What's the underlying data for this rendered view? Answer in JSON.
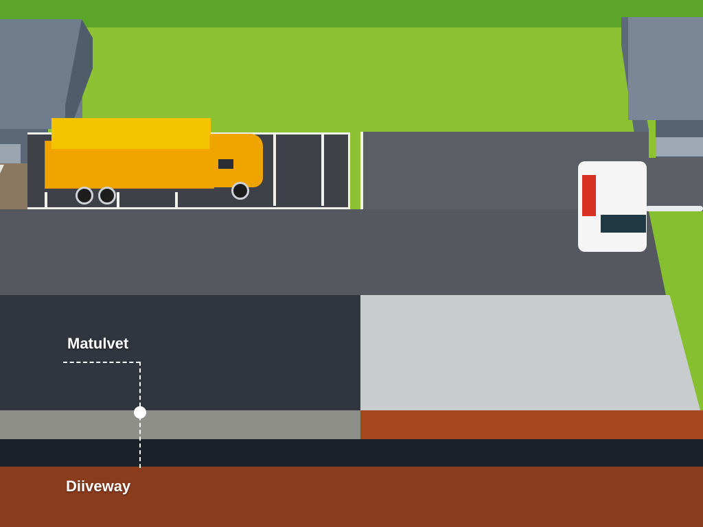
{
  "scene": {
    "description": "Cross-section illustration of a commercial parking lot / driveway with pavement layers",
    "labels": {
      "top_label": "Matulvet",
      "bottom_label": "Diiveway"
    },
    "objects": {
      "truck": "yellow box truck",
      "van": "white van with red stripe",
      "buildings": [
        "left warehouse",
        "right warehouse"
      ]
    },
    "layers": [
      {
        "name": "asphalt",
        "color": "#31353e"
      },
      {
        "name": "concrete",
        "color": "#c9ccce"
      },
      {
        "name": "gravel",
        "color": "#8e8f88"
      },
      {
        "name": "clay",
        "color": "#a4461f"
      },
      {
        "name": "base",
        "color": "#1c2029"
      },
      {
        "name": "soil",
        "color": "#8a3c1c"
      }
    ],
    "colors": {
      "grass": "#8cc234",
      "lot": "#55585f",
      "truck_yellow": "#f0a400",
      "line_white": "#f2f2ea"
    }
  }
}
